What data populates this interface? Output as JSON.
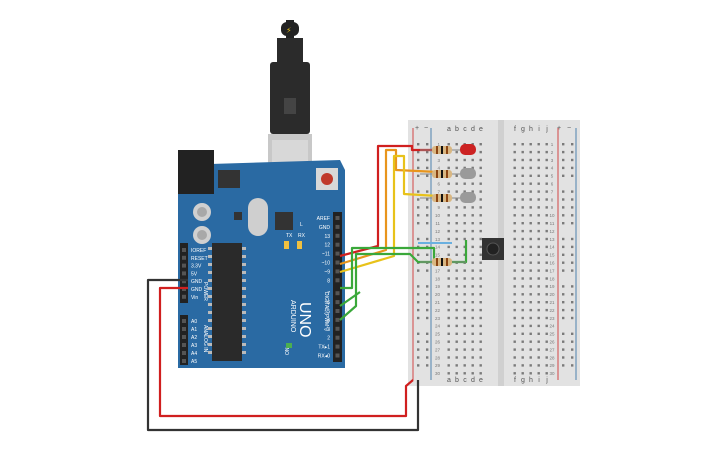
{
  "board": {
    "name": "UNO",
    "brand": "ARDUINO",
    "on_label": "ON",
    "tx_label": "TX",
    "rx_label": "RX",
    "l_label": "L",
    "usb_symbol": "⚡",
    "top_pins": [
      "AREF",
      "GND",
      "13",
      "12",
      "~11",
      "~10",
      "~9",
      "8",
      "7",
      "~6",
      "~5",
      "4",
      "~3",
      "2",
      "TX▸1",
      "RX◂0"
    ],
    "digital_label": "DIGITAL (PWM~)",
    "power_pins": [
      "IOREF",
      "RESET",
      "3.3V",
      "5V",
      "GND",
      "GND",
      "Vin"
    ],
    "power_label": "POWER",
    "analog_pins": [
      "A0",
      "A1",
      "A2",
      "A3",
      "A4",
      "A5"
    ],
    "analog_label": "ANALOG IN",
    "colors": {
      "board": "#2a6aa3",
      "header": "#222222",
      "chip": "#333333"
    }
  },
  "breadboard": {
    "top_letters": [
      "a",
      "b",
      "c",
      "d",
      "e",
      "f",
      "g",
      "h",
      "i",
      "j"
    ],
    "bottom_letters": [
      "a",
      "b",
      "c",
      "d",
      "e",
      "f",
      "g",
      "h",
      "i",
      "j"
    ],
    "rail_plus": "+",
    "rail_minus": "−",
    "row_numbers": [
      "1",
      "2",
      "3",
      "4",
      "5",
      "6",
      "7",
      "8",
      "9",
      "10",
      "11",
      "12",
      "13",
      "14",
      "15",
      "16",
      "17",
      "18",
      "19",
      "20",
      "21",
      "22",
      "23",
      "24",
      "25",
      "26",
      "27",
      "28",
      "29",
      "30"
    ]
  },
  "components": {
    "leds": [
      {
        "color": "#cc2222"
      },
      {
        "color": "#9a9a9a"
      },
      {
        "color": "#9a9a9a"
      }
    ],
    "resistor_count": 4,
    "button": "push-button"
  },
  "wires": {
    "colors": {
      "red": "#d01f1f",
      "orange": "#e8951c",
      "yellow": "#e8c21a",
      "green": "#3aa83a",
      "black": "#333333",
      "blue": "#6ab0e0"
    }
  }
}
